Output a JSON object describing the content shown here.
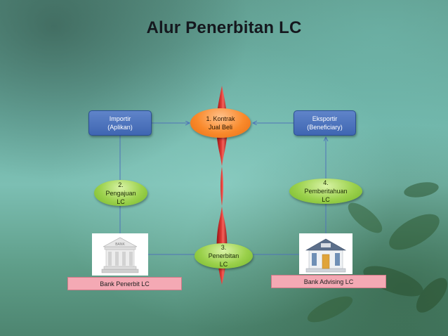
{
  "slide": {
    "title": "Alur Penerbitan LC"
  },
  "nodes": {
    "importir": "Importir\n(Aplikan)",
    "kontrak": "1. Kontrak\nJual Beli",
    "eksportir": "Eksportir\n(Beneficiary)",
    "pengajuan": "2.\nPengajuan\nLC",
    "pemberitahuan": "4.\nPemberitahuan\nLC",
    "penerbitan": "3.\nPenerbitan\nLC"
  },
  "banks": {
    "penerbit_label": "Bank Penerbit LC",
    "advising_label": "Bank Advising LC",
    "penerbit_sign": "BANK"
  },
  "colors": {
    "box_blue": "#4a70b8",
    "ellipse_orange": "#f98a2c",
    "ellipse_green": "#9bd14c",
    "label_pink": "#f4a9b4",
    "connector": "#4f74b8",
    "ribbon_red": "#d42a2a"
  }
}
